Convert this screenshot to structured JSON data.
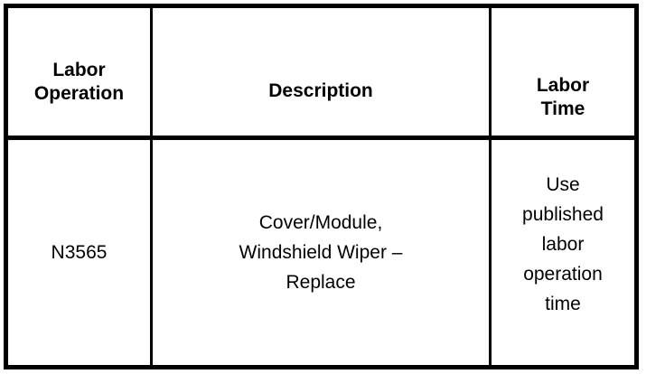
{
  "table": {
    "columns": [
      {
        "key": "labor_operation",
        "header_lines": [
          "Labor",
          "Operation"
        ]
      },
      {
        "key": "description",
        "header_lines": [
          "Description"
        ]
      },
      {
        "key": "labor_time",
        "header_lines": [
          "Labor",
          "Time"
        ]
      }
    ],
    "rows": [
      {
        "labor_operation_lines": [
          "N3565"
        ],
        "description_lines": [
          "Cover/Module,",
          "Windshield Wiper –",
          "Replace"
        ],
        "labor_time_lines": [
          "Use",
          "published",
          "labor",
          "operation",
          "time"
        ]
      }
    ]
  },
  "header": {
    "labor_operation": {
      "l0": "Labor",
      "l1": "Operation"
    },
    "description": {
      "l0": "Description"
    },
    "labor_time": {
      "l0": "Labor",
      "l1": "Time"
    }
  },
  "row1": {
    "labor_operation": {
      "l0": "N3565"
    },
    "description": {
      "l0": "Cover/Module,",
      "l1": "Windshield Wiper –",
      "l2": "Replace"
    },
    "labor_time": {
      "l0": "Use",
      "l1": "published",
      "l2": "labor",
      "l3": "operation",
      "l4": "time"
    }
  },
  "style": {
    "border_color": "#000000",
    "text_color": "#000000",
    "background": "#ffffff"
  }
}
